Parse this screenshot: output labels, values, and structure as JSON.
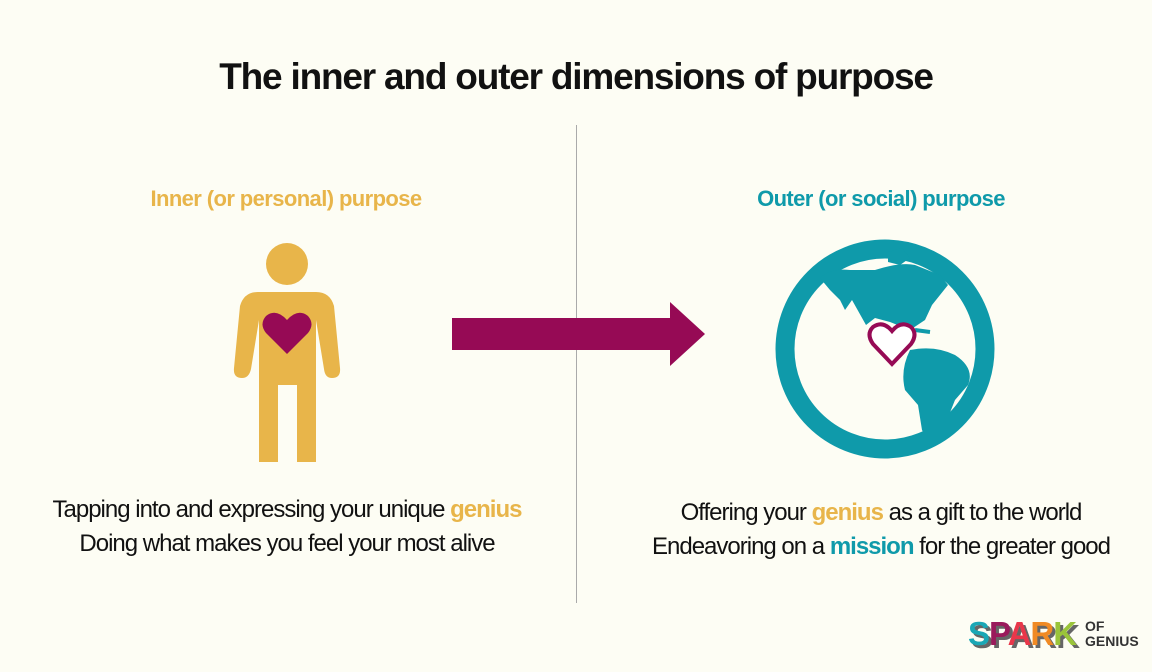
{
  "title": "The inner and outer dimensions of purpose",
  "inner": {
    "heading": "Inner (or personal) purpose",
    "line1_pre": "Tapping into and expressing your unique ",
    "line1_highlight": "genius",
    "line2": "Doing what makes you feel your most alive",
    "icon": "person-heart-icon"
  },
  "outer": {
    "heading": "Outer (or social) purpose",
    "line1_pre": "Offering your ",
    "line1_highlight": "genius",
    "line1_post": " as a gift to the world",
    "line2_pre": "Endeavoring on a ",
    "line2_highlight": "mission",
    "line2_post": " for the greater good",
    "icon": "globe-heart-icon"
  },
  "logo": {
    "spark": [
      "S",
      "P",
      "A",
      "R",
      "K"
    ],
    "of": "OF",
    "genius": "GENIUS"
  },
  "colors": {
    "gold": "#e8b54a",
    "teal": "#0f9aaa",
    "maroon": "#960a55",
    "background": "#fdfdf4"
  }
}
